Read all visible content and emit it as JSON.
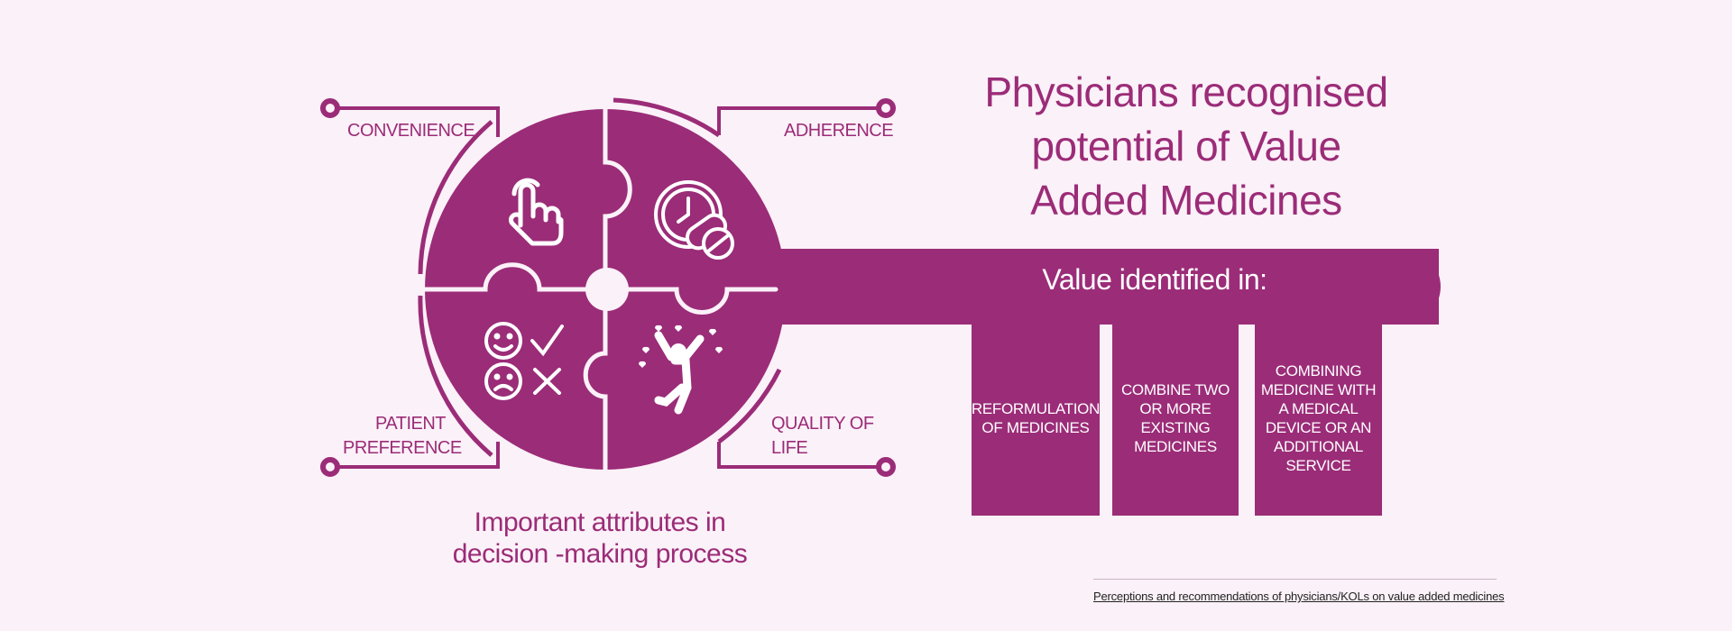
{
  "title_lines": [
    "Physicians recognised",
    "potential of Value",
    "Added Medicines"
  ],
  "attributes": {
    "convenience": "CONVENIENCE",
    "adherence": "ADHERENCE",
    "patient_preference": [
      "PATIENT",
      "PREFERENCE"
    ],
    "quality_of_life": [
      "QUALITY OF",
      "LIFE"
    ]
  },
  "key": {
    "value_label": "Value identified in:",
    "boxes": [
      {
        "lines": [
          "REFORMULATION",
          "OF MEDICINES"
        ]
      },
      {
        "lines": [
          "COMBINE TWO",
          "OR MORE",
          "EXISTING",
          "MEDICINES"
        ]
      },
      {
        "lines": [
          "COMBINING",
          "MEDICINE WITH",
          "A MEDICAL",
          "DEVICE OR AN",
          "ADDITIONAL",
          "SERVICE"
        ]
      }
    ]
  },
  "caption_lines": [
    "Important attributes in",
    "decision -making process"
  ],
  "footer": "Perceptions and recommendations of physicians/KOLs on value added medicines",
  "icons": {
    "convenience": "pointing-hand-icon",
    "adherence": "clock-pills-icon",
    "patient_preference": "smiley-check-cross-icon",
    "quality_of_life": "joyful-person-hearts-icon"
  },
  "colors": {
    "accent": "#9b2c78",
    "background": "#fbf1f8",
    "white": "#ffffff"
  }
}
